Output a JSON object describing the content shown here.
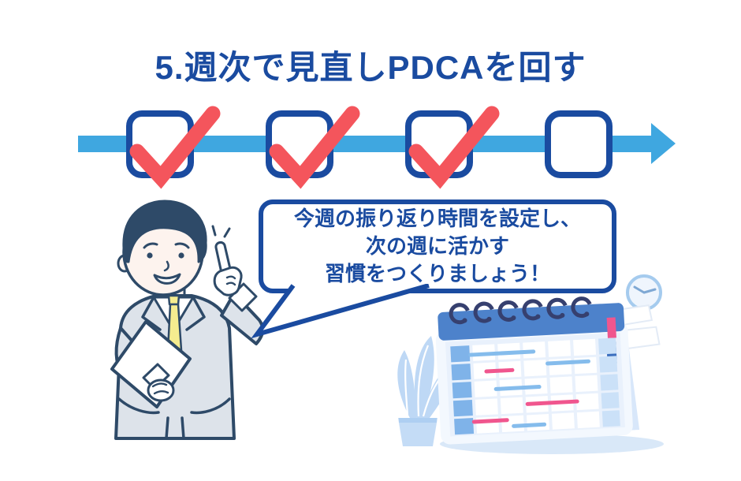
{
  "title": {
    "text": "5.週次で見直しPDCAを回す",
    "color": "#1A4BA0"
  },
  "timeline": {
    "arrow_color": "#3FA7E0",
    "checkbox_border_color": "#1A4BA0",
    "checkmark_color": "#F4555C",
    "checkboxes": [
      {
        "name": "week-1",
        "checked": true
      },
      {
        "name": "week-2",
        "checked": true
      },
      {
        "name": "week-3",
        "checked": true
      },
      {
        "name": "week-4",
        "checked": false
      }
    ]
  },
  "speech_bubble": {
    "border_color": "#1A4BA0",
    "text_color": "#1A4BA0",
    "lines": [
      "今週の振り返り時間を設定し、",
      "次の週に活かす",
      "習慣をつくりましょう！"
    ]
  },
  "illustrations": {
    "businessman": {
      "description": "businessman in light gray suit with yellow tie, holding a notebook and pointing upward",
      "suit_color": "#DDE3EA",
      "tie_color": "#F5EC8F",
      "outline_color": "#2E4A68"
    },
    "calendar": {
      "description": "tilted desk calendar with spiral rings and weekly schedule marks",
      "header_color": "#4D82CB",
      "event_colors": [
        "#85BCEC",
        "#F0568E"
      ]
    },
    "plant": {
      "description": "light blue potted plant",
      "color": "#BED8F5"
    },
    "clock": {
      "description": "small pale blue wall clock",
      "color": "#A5CBEE"
    }
  }
}
